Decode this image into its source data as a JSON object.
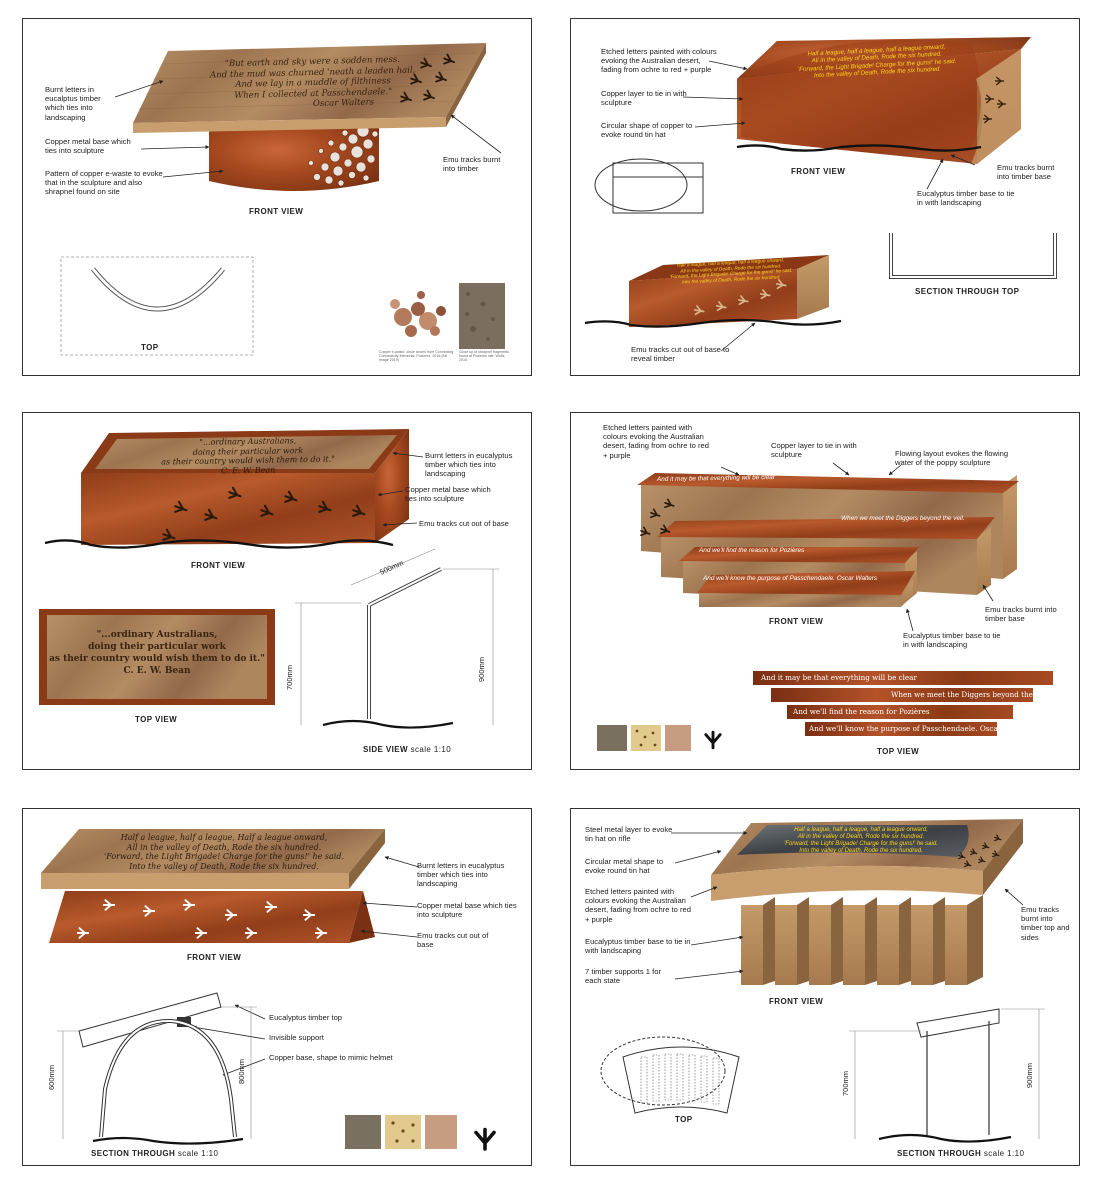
{
  "panel1": {
    "quote": [
      "\"But earth and sky were a sodden mess.",
      "And the mud was churned 'neath a leaden hail,",
      "And we lay in a muddle of filthiness",
      "When I collected at Passchendaele.\""
    ],
    "attribution": "Oscar Walters",
    "label_burnt": "Burnt letters in eucalptus timber which ties into landscaping",
    "label_copper": "Copper metal base which ties into sculpture",
    "label_pattern": "Pattern of copper e-waste to evoke that in the sculpture and also shrapnel found on site",
    "label_emu": "Emu tracks burnt into timber",
    "front_view": "FRONT VIEW",
    "top": "TOP",
    "caption_a": "Copper e-waste, circle circles from Connecting Connectivity Memorial, Pozieres, 2016 (full image 2019)",
    "caption_b": "Close up of shrapnel fragments found at Pozieres site. Wells, 2016"
  },
  "panel2": {
    "quote": [
      "Half a league, half a league, half a league onward,",
      "All in the valley of Death, Rode the six hundred.",
      "'Forward, the Light Brigade! Charge for the guns!' he said.",
      "Into the valley of Death, Rode the six hundred."
    ],
    "label_etched": "Etched letters painted with colours evoking the Australian desert, fading from ochre to red + purple",
    "label_copper": "Copper layer to tie in with sculpture",
    "label_circular": "Circular shape of copper to evoke round tin hat",
    "label_emu": "Emu tracks burnt into timber base",
    "label_eucalyptus": "Eucalyptus timber base to tie in with landscaping",
    "label_emu_cut": "Emu tracks cut out of base to reveal timber",
    "front_view": "FRONT VIEW",
    "section_top": "SECTION THROUGH TOP"
  },
  "panel3": {
    "quote": [
      "\"...ordinary Australians,",
      "doing their particular work",
      "as their country would wish them to do it.\""
    ],
    "attribution": "C. E. W. Bean",
    "label_burnt": "Burnt letters in eucalyptus timber which ties into landscaping",
    "label_copper": "Copper metal base which ties into sculpture",
    "label_emu": "Emu tracks cut out of base",
    "front_view": "FRONT VIEW",
    "top_view": "TOP VIEW",
    "side_view": "SIDE VIEW",
    "scale": "scale 1:10",
    "dim_500": "500mm",
    "dim_700": "700mm",
    "dim_900": "900mm"
  },
  "panel4": {
    "lines": [
      "And it may be that everything will be clear",
      "When we meet the Diggers beyond the veil.",
      "And we'll find the reason for Pozières",
      "And we'll know the purpose of Passchendaele. Oscar Walters"
    ],
    "label_etched": "Etched letters painted with colours evoking the Australian desert, fading from ochre to red + purple",
    "label_copper": "Copper layer to tie in with sculpture",
    "label_flowing": "Flowing layout evokes the flowing water of the poppy sculpture",
    "label_emu": "Emu tracks burnt into timber base",
    "label_eucalyptus": "Eucalyptus timber base to tie in with landscaping",
    "front_view": "FRONT VIEW",
    "top_view": "TOP VIEW"
  },
  "panel5": {
    "quote": [
      "Half a league, half a league, Half a league onward,",
      "All in the valley of Death, Rode the six hundred.",
      "'Forward, the Light Brigade! Charge for the guns!' he said.",
      "Into the valley of Death, Rode the six hundred."
    ],
    "label_burnt": "Burnt letters in eucalyptus timber which ties into landscaping",
    "label_copper": "Copper metal base which ties into sculpture",
    "label_emu": "Emu tracks cut out of base",
    "label_top": "Eucalyptus timber top",
    "label_invisible": "Invisible support",
    "label_helmet": "Copper base, shape to mimic helmet",
    "front_view": "FRONT VIEW",
    "section": "SECTION THROUGH",
    "scale": "scale 1:10",
    "dim_600": "600mm",
    "dim_800": "800mm"
  },
  "panel6": {
    "quote": [
      "Half a league, half a league, half a league onward,",
      "All in the valley of Death, Rode the six hundred.",
      "'Forward, the Light Brigade! Charge for the guns!' he said.",
      "Into the valley of Death, Rode the six hundred."
    ],
    "label_steel": "Steel metal layer to evoke tin hat on rifle",
    "label_circular": "Circular metal shape to evoke round tin hat",
    "label_etched": "Etched letters painted with colours evoking the Australian desert, fading from ochre to red + purple",
    "label_eucalyptus": "Eucalyptus timber base to tie in with landscaping",
    "label_supports": "7 timber supports 1 for each state",
    "label_emu": "Emu tracks burnt into timber top and sides",
    "front_view": "FRONT VIEW",
    "top": "TOP",
    "section": "SECTION THROUGH",
    "scale": "scale 1:10",
    "dim_700": "700mm",
    "dim_900": "900mm"
  },
  "colors": {
    "timber": "#a9825a",
    "copper": "#a8491f",
    "ink": "#222222"
  }
}
